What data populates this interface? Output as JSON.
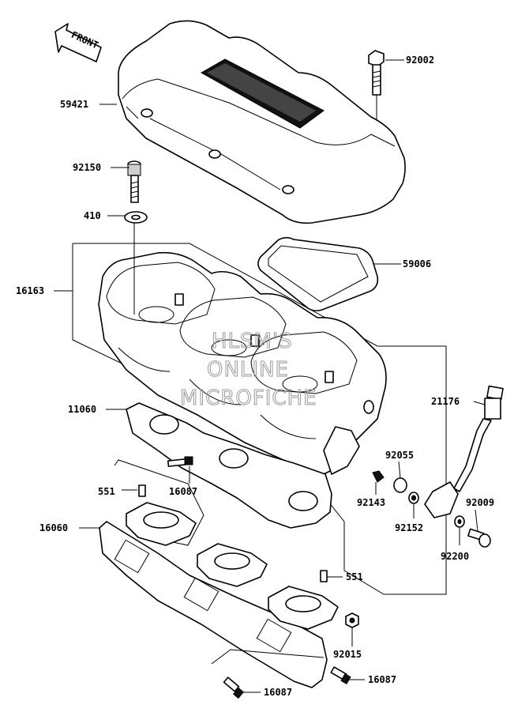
{
  "front_arrow": "FRONT",
  "watermark": [
    "HLSM'S",
    "ONLINE",
    "MICROFICHE"
  ],
  "labels": {
    "l92002": "92002",
    "l59421": "59421",
    "l92150": "92150",
    "l410": "410",
    "l59006": "59006",
    "l16163": "16163",
    "l21176": "21176",
    "l11060": "11060",
    "l92055": "92055",
    "l16087a": "16087",
    "l551a": "551",
    "l92143": "92143",
    "l92009": "92009",
    "l92152": "92152",
    "l16060": "16060",
    "l92200": "92200",
    "l551b": "551",
    "l92015": "92015",
    "l16087b": "16087",
    "l16087c": "16087"
  }
}
